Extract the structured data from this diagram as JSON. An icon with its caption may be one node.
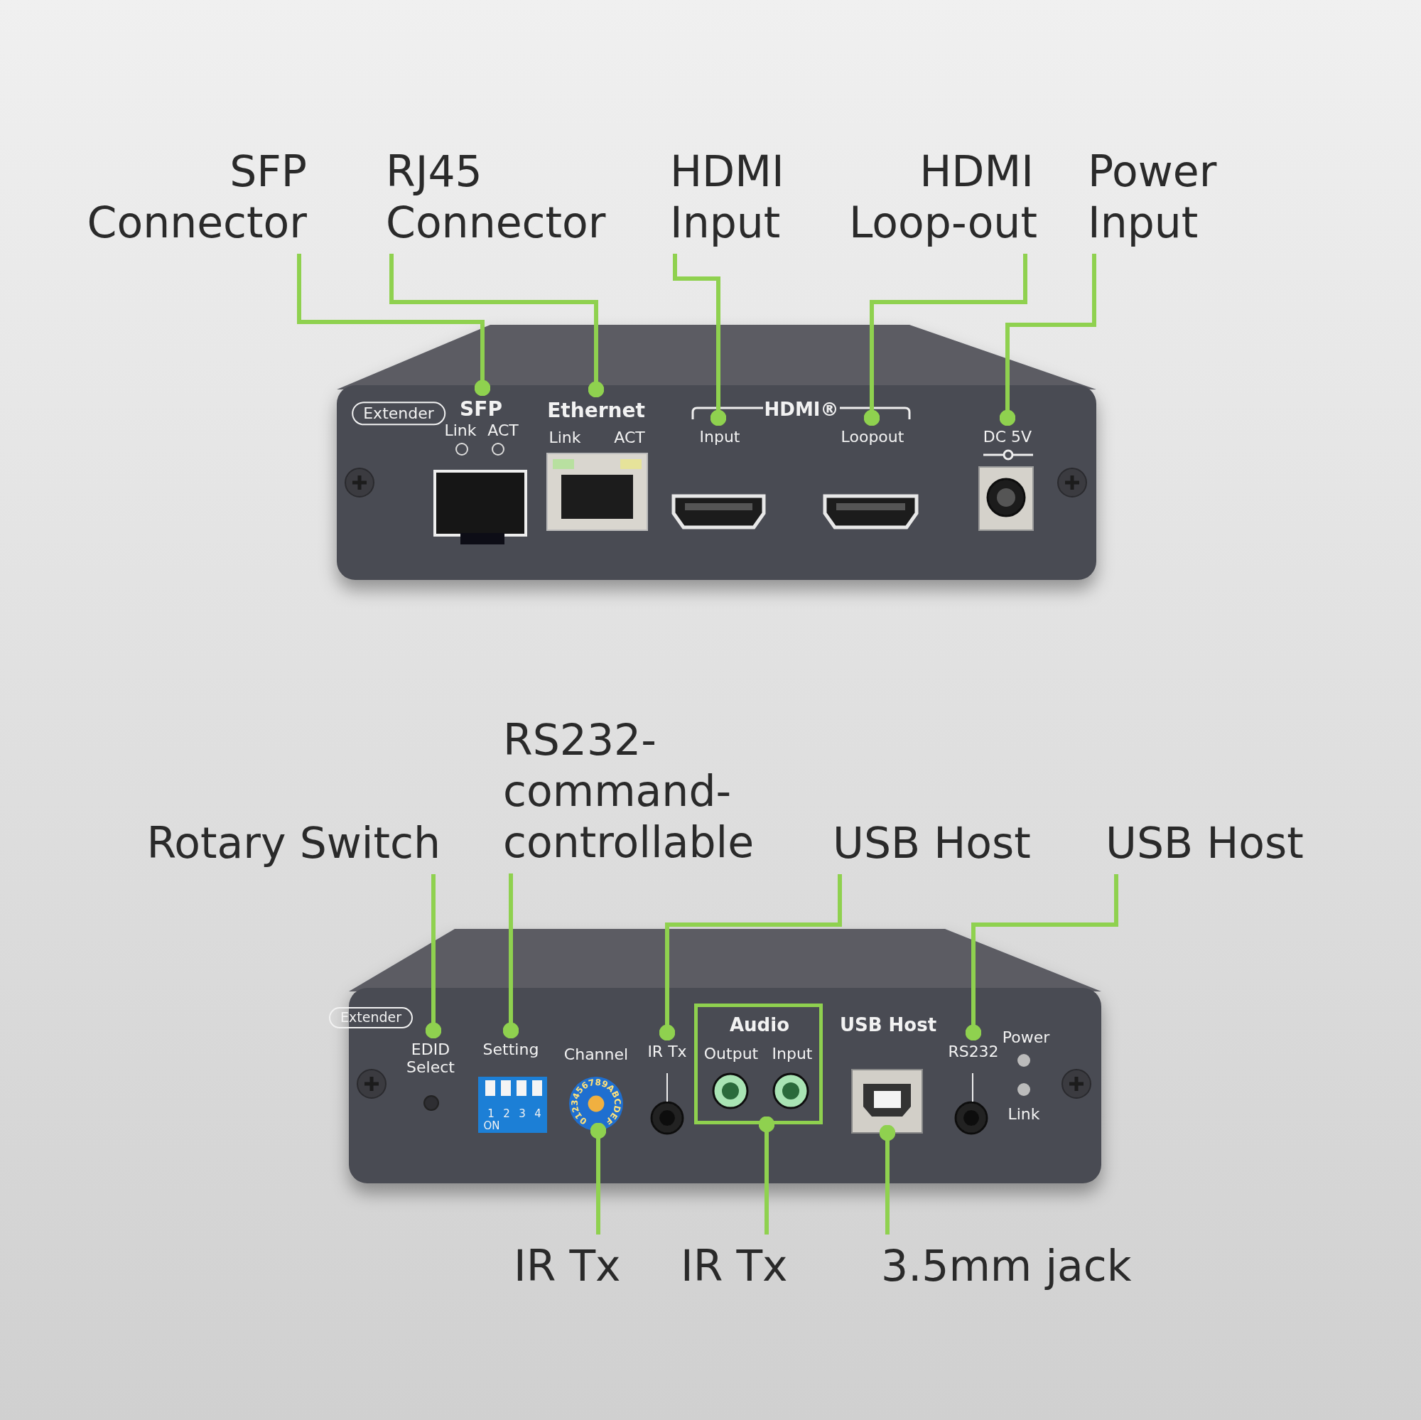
{
  "diagram": {
    "nodes": [
      {
        "text": [
          "SFP Connector"
        ]
      },
      {
        "text": [
          "RJ45 Connector"
        ]
      },
      {
        "text": [
          "HDMI Input"
        ]
      },
      {
        "text": [
          "HDMI Loop-out"
        ]
      },
      {
        "text": [
          "Power Input"
        ]
      },
      {
        "text": [
          "Rotary Switch"
        ]
      },
      {
        "text": [
          "RS232- command- controllable"
        ]
      },
      {
        "text": [
          "USB Host"
        ]
      },
      {
        "text": [
          "USB Host"
        ]
      },
      {
        "text": [
          "IR Tx"
        ]
      },
      {
        "text": [
          "IR Tx"
        ]
      },
      {
        "text": [
          "3.5mm jack"
        ]
      },
      {
        "text": [
          "Audio",
          "Output",
          "Input"
        ]
      },
      {
        "text": [
          "SFP"
        ]
      },
      {
        "text": [
          "Ethernet"
        ]
      },
      {
        "text": [
          "Input"
        ]
      },
      {
        "text": [
          "Loopout"
        ]
      },
      {
        "text": [
          "DC 5V"
        ]
      },
      {
        "text": [
          "EDID Select"
        ]
      },
      {
        "text": [
          "Setting"
        ]
      },
      {
        "text": [
          "IR Tx"
        ]
      },
      {
        "text": [
          "RS232"
        ]
      },
      {
        "text": [],
        "shape": "circle"
      },
      {
        "text": [],
        "shape": "box"
      }
    ],
    "edges": [
      {
        "from": 0,
        "to": 13,
        "arrow": "other"
      },
      {
        "from": 1,
        "to": 14,
        "arrow": "other"
      },
      {
        "from": 2,
        "to": 15,
        "arrow": "other"
      },
      {
        "from": 3,
        "to": 16,
        "arrow": "other"
      },
      {
        "from": 4,
        "to": 17,
        "arrow": "other"
      },
      {
        "from": 5,
        "to": 18,
        "arrow": "other"
      },
      {
        "from": 6,
        "to": 19,
        "arrow": "other"
      },
      {
        "from": 7,
        "to": 20,
        "arrow": "other"
      },
      {
        "from": 8,
        "to": 21,
        "arrow": "other"
      },
      {
        "from": 9,
        "to": 22,
        "arrow": "other"
      },
      {
        "from": 10,
        "to": 12,
        "arrow": "other"
      },
      {
        "from": 11,
        "to": 23,
        "arrow": "other"
      }
    ],
    "labels": [
      "Extender",
      "Link",
      "ACT",
      "Link",
      "ACT",
      "HDMI®",
      "Extender",
      "Channel",
      "1",
      "2",
      "3",
      "4",
      "ON",
      "0123456789ABCDEF",
      "USB Host",
      "Power",
      "Link"
    ]
  }
}
